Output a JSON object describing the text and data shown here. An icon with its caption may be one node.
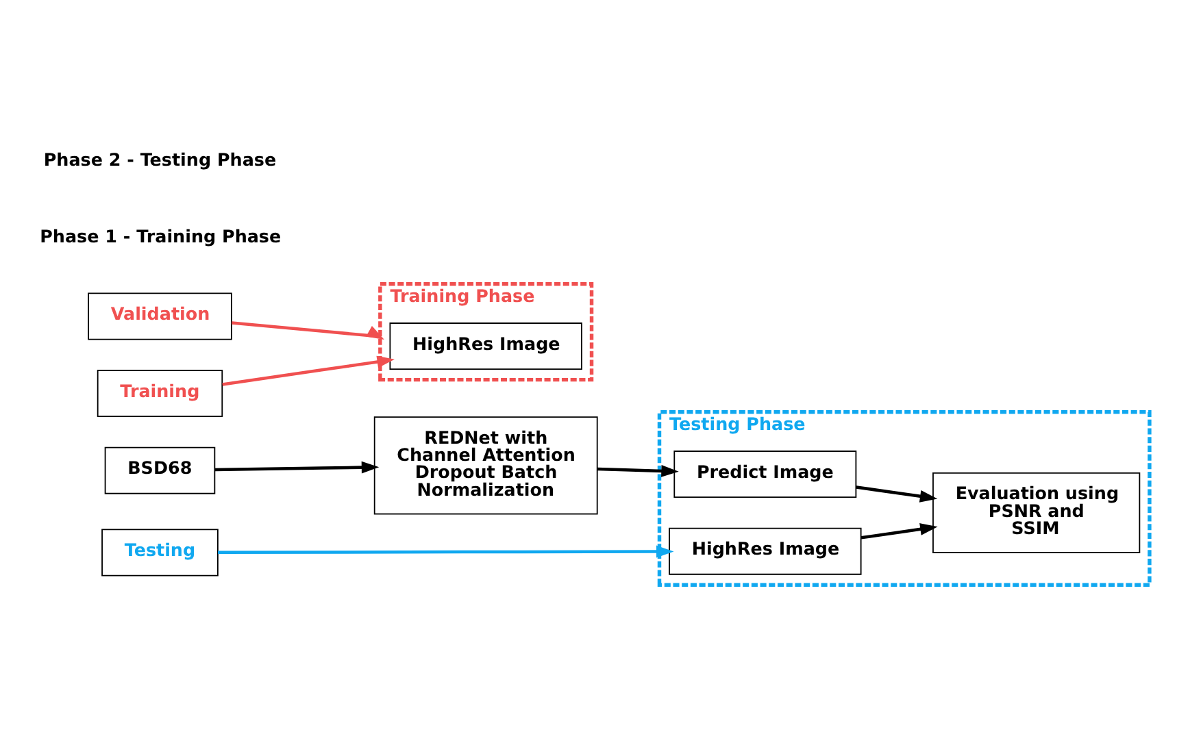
{
  "diagram": {
    "nodes": [
      {
        "text": [
          "Validation"
        ]
      },
      {
        "text": [
          "Training"
        ]
      },
      {
        "text": [
          "BSD68"
        ]
      },
      {
        "text": [
          "Testing"
        ]
      },
      {
        "text": [
          "Training Phase"
        ]
      },
      {
        "text": [
          "HighRes Image"
        ],
        "in": 4
      },
      {
        "text": [
          "REDNet with Channel Attention Dropout Batch Normalization"
        ]
      },
      {
        "text": [
          "Testing Phase"
        ]
      },
      {
        "text": [
          "Predict Image"
        ],
        "in": 7
      },
      {
        "text": [
          "HighRes Image"
        ],
        "in": 7
      },
      {
        "text": [
          "Evaluation using PSNR and SSIM"
        ],
        "in": 7
      }
    ],
    "edges": [
      {
        "from": 0,
        "to": 4,
        "arrow": "to",
        "color": "#f05050"
      },
      {
        "from": 1,
        "to": 5,
        "arrow": "to",
        "color": "#f05050"
      },
      {
        "from": 2,
        "to": 6,
        "arrow": "to"
      },
      {
        "from": 3,
        "to": 9,
        "arrow": "to",
        "color": "#10a8f0"
      },
      {
        "from": 6,
        "to": 8,
        "arrow": "to"
      },
      {
        "from": 8,
        "to": 10,
        "arrow": "to"
      },
      {
        "from": 9,
        "to": 10,
        "arrow": "to"
      }
    ],
    "labels": [
      "Phase 1 - Training Phase",
      "Phase 2 - Testing Phase"
    ]
  }
}
